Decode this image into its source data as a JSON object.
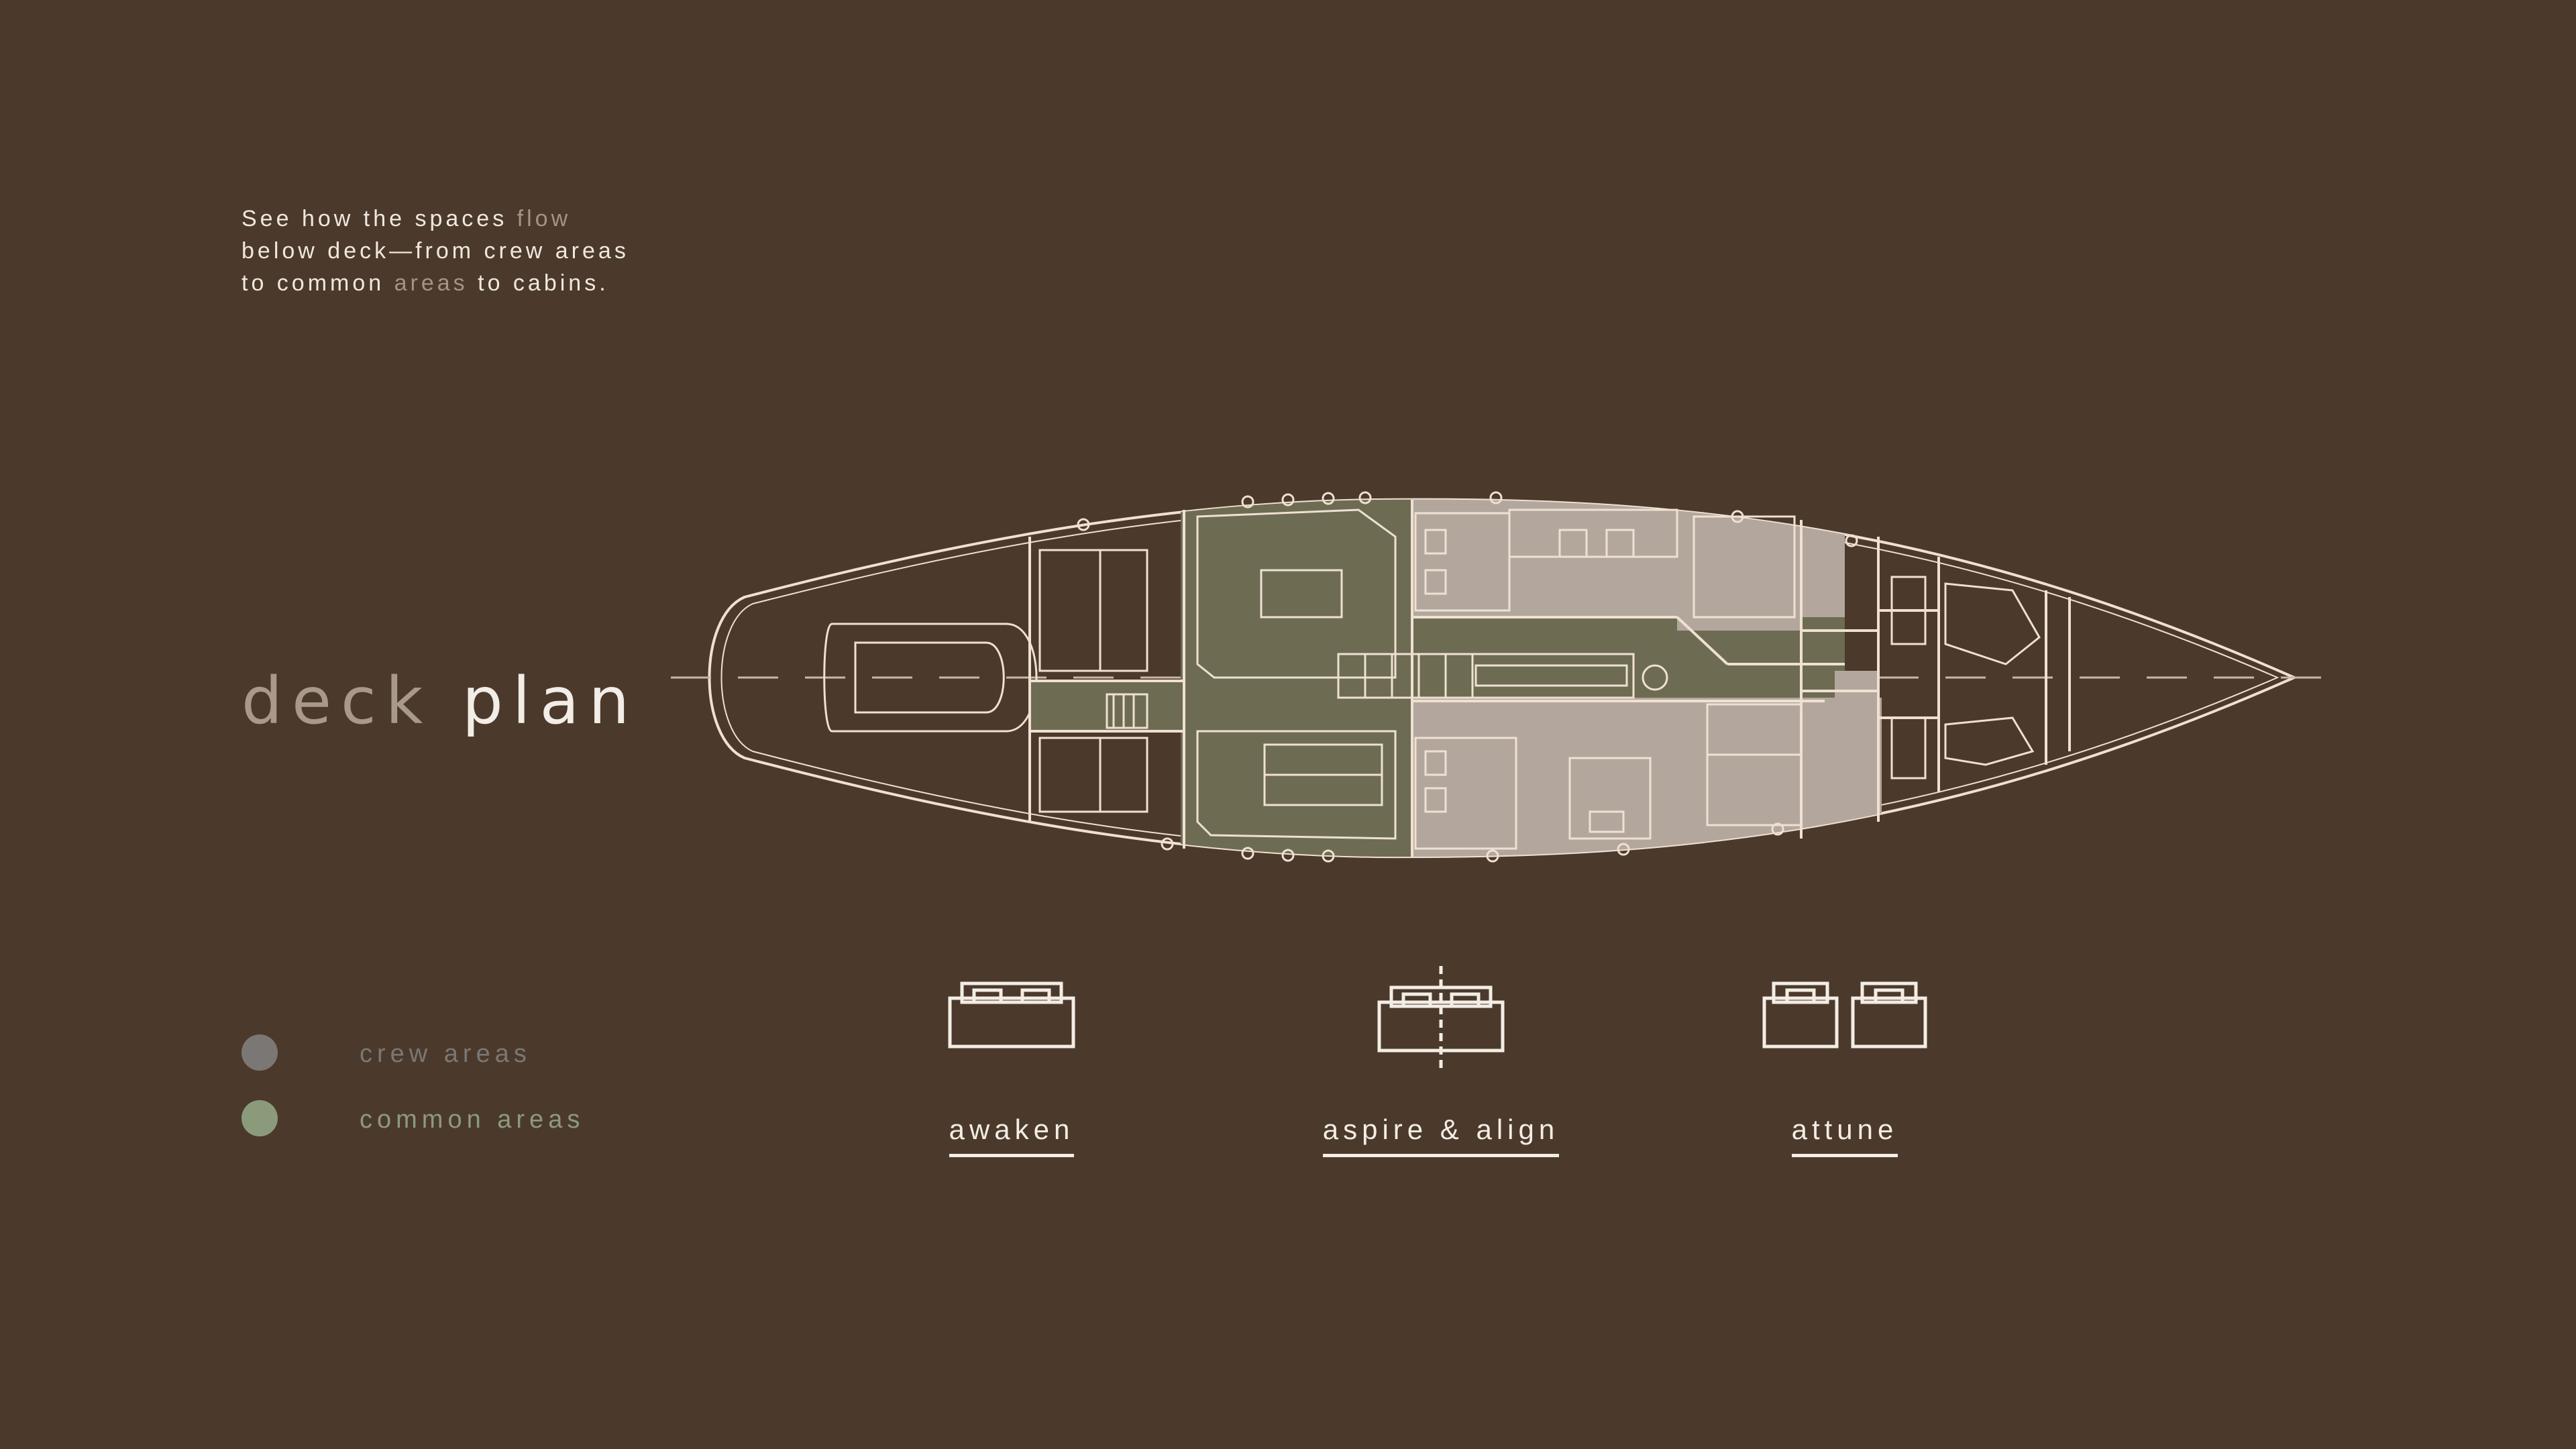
{
  "intro": {
    "seg1": "See how the spaces ",
    "seg2": "flow",
    "seg3": " below deck—from crew areas to common ",
    "seg4": "areas",
    "seg5": " to cabins."
  },
  "title": {
    "word1": "deck",
    "word2": "plan"
  },
  "legend": [
    {
      "label": "crew areas",
      "color": "#7b7774"
    },
    {
      "label": "common areas",
      "color": "#8c9a7c"
    }
  ],
  "cabins": [
    {
      "label": "awaken",
      "icon": "single-bed-icon"
    },
    {
      "label": "aspire & align",
      "icon": "split-bed-icon"
    },
    {
      "label": "attune",
      "icon": "twin-beds-icon"
    }
  ],
  "colors": {
    "background": "#4b3a2b",
    "line": "#efe0d2",
    "common_fill": "#6e6b53",
    "cabin_fill": "#b3a79d"
  }
}
